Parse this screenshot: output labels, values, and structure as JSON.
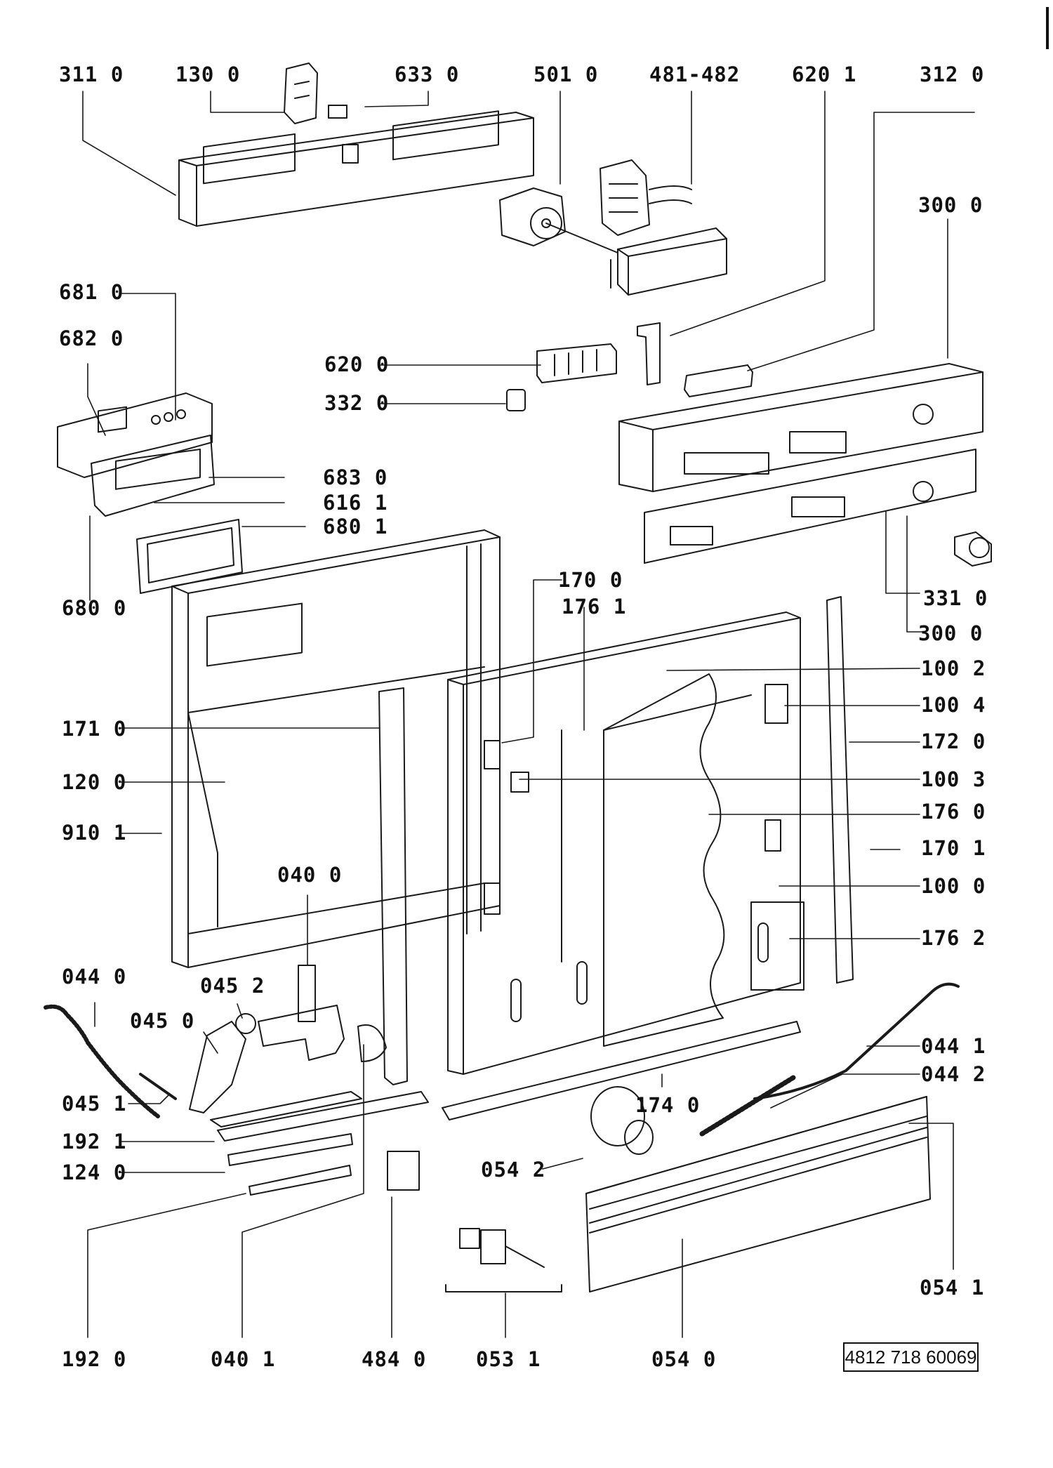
{
  "document_number": "4812 718 60069",
  "parts": [
    {
      "id": "311-0",
      "label": "311 0"
    },
    {
      "id": "130-0",
      "label": "130 0"
    },
    {
      "id": "633-0",
      "label": "633 0"
    },
    {
      "id": "501-0",
      "label": "501 0"
    },
    {
      "id": "481-482",
      "label": "481-482"
    },
    {
      "id": "620-1",
      "label": "620 1"
    },
    {
      "id": "312-0",
      "label": "312 0"
    },
    {
      "id": "300-0-top",
      "label": "300 0"
    },
    {
      "id": "681-0",
      "label": "681 0"
    },
    {
      "id": "682-0",
      "label": "682 0"
    },
    {
      "id": "620-0",
      "label": "620 0"
    },
    {
      "id": "332-0",
      "label": "332 0"
    },
    {
      "id": "683-0",
      "label": "683 0"
    },
    {
      "id": "616-1",
      "label": "616 1"
    },
    {
      "id": "680-1",
      "label": "680 1"
    },
    {
      "id": "680-0",
      "label": "680 0"
    },
    {
      "id": "170-0",
      "label": "170 0"
    },
    {
      "id": "176-1",
      "label": "176 1"
    },
    {
      "id": "331-0",
      "label": "331 0"
    },
    {
      "id": "300-0-mid",
      "label": "300 0"
    },
    {
      "id": "100-2",
      "label": "100 2"
    },
    {
      "id": "100-4",
      "label": "100 4"
    },
    {
      "id": "171-0",
      "label": "171 0"
    },
    {
      "id": "172-0",
      "label": "172 0"
    },
    {
      "id": "120-0",
      "label": "120 0"
    },
    {
      "id": "100-3",
      "label": "100 3"
    },
    {
      "id": "176-0",
      "label": "176 0"
    },
    {
      "id": "910-1",
      "label": "910 1"
    },
    {
      "id": "170-1",
      "label": "170 1"
    },
    {
      "id": "040-0",
      "label": "040 0"
    },
    {
      "id": "100-0",
      "label": "100 0"
    },
    {
      "id": "176-2",
      "label": "176 2"
    },
    {
      "id": "044-0",
      "label": "044 0"
    },
    {
      "id": "045-2",
      "label": "045 2"
    },
    {
      "id": "045-0",
      "label": "045 0"
    },
    {
      "id": "044-1",
      "label": "044 1"
    },
    {
      "id": "044-2",
      "label": "044 2"
    },
    {
      "id": "045-1",
      "label": "045 1"
    },
    {
      "id": "174-0",
      "label": "174 0"
    },
    {
      "id": "192-1",
      "label": "192 1"
    },
    {
      "id": "124-0",
      "label": "124 0"
    },
    {
      "id": "054-2",
      "label": "054 2"
    },
    {
      "id": "054-1",
      "label": "054 1"
    },
    {
      "id": "192-0",
      "label": "192 0"
    },
    {
      "id": "040-1",
      "label": "040 1"
    },
    {
      "id": "484-0",
      "label": "484 0"
    },
    {
      "id": "053-1",
      "label": "053 1"
    },
    {
      "id": "054-0",
      "label": "054 0"
    }
  ]
}
